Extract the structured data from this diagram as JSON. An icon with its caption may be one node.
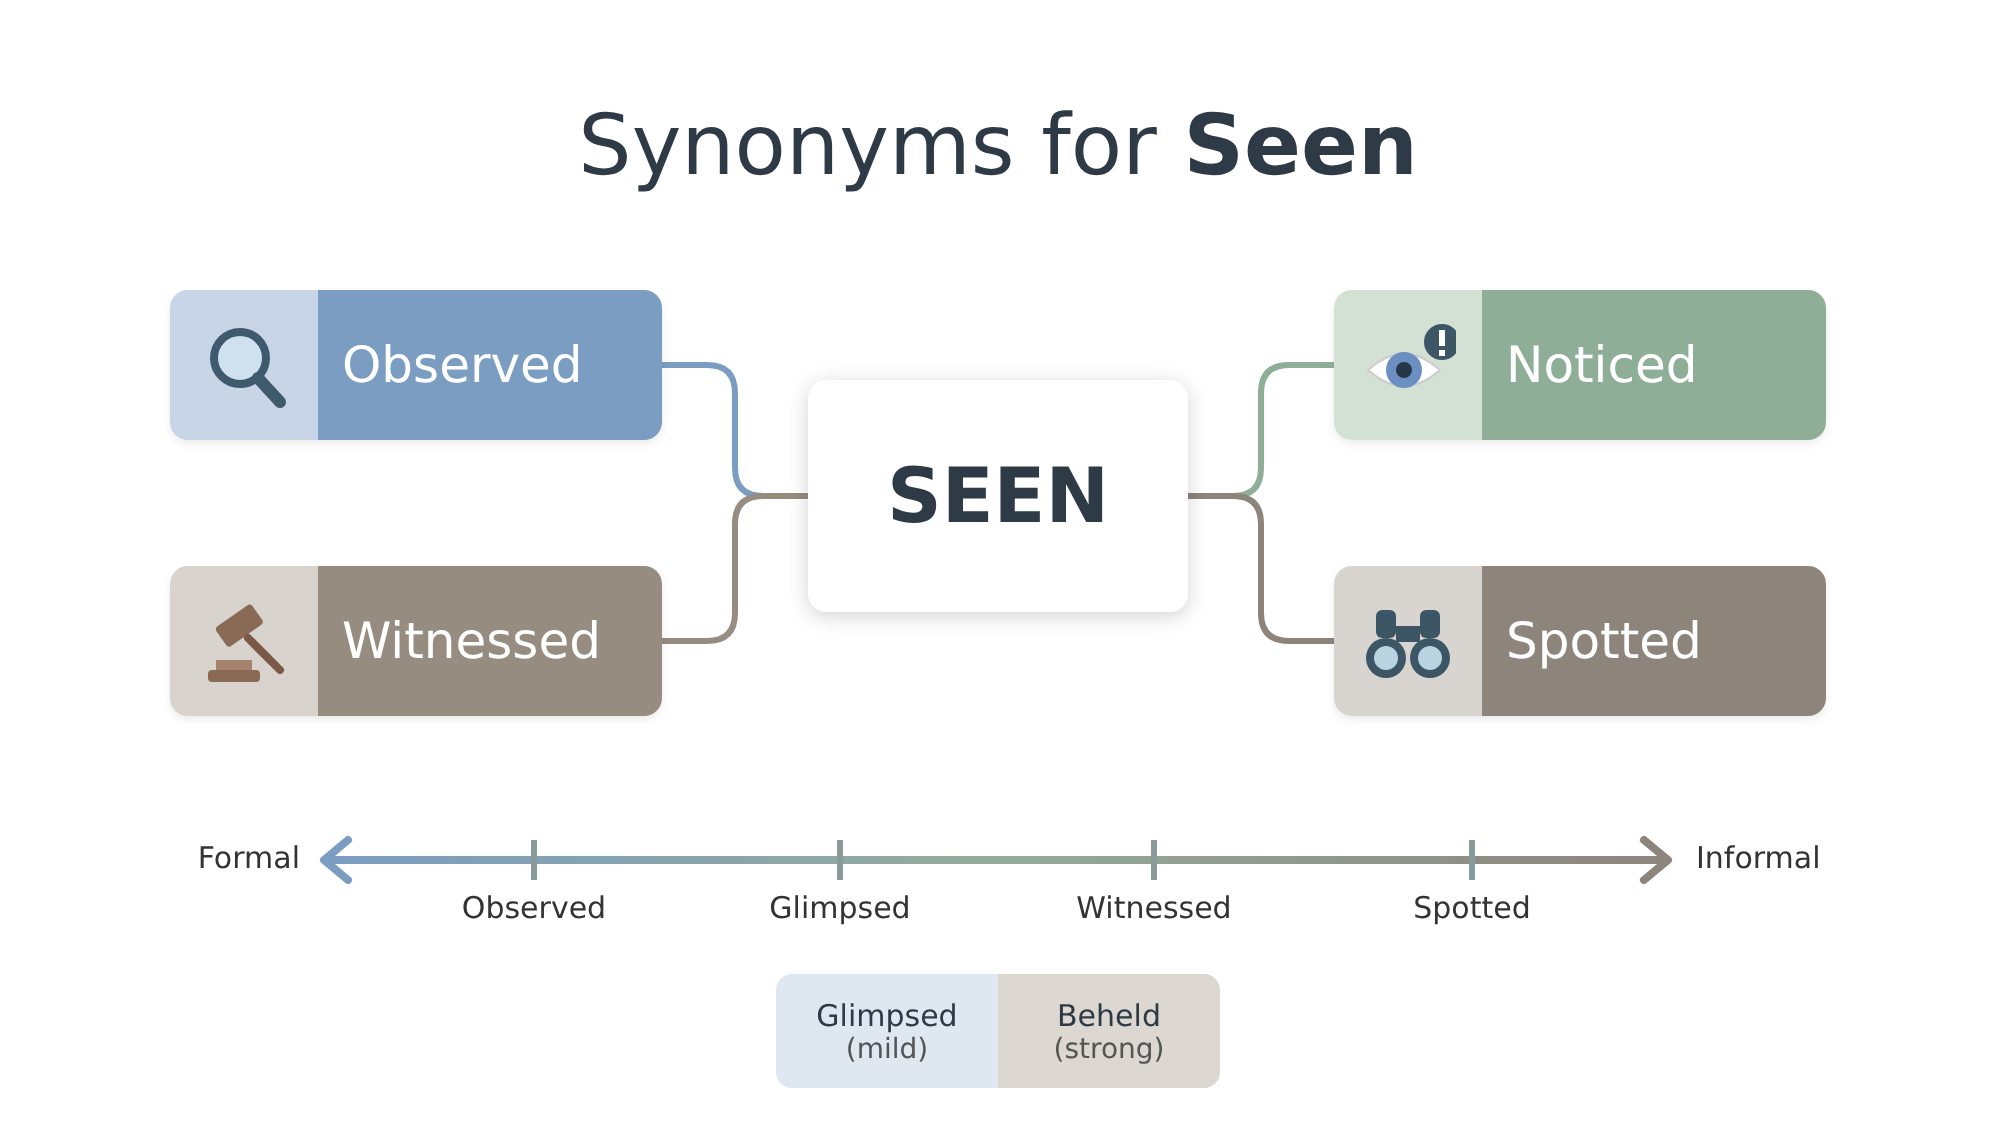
{
  "diagram": {
    "title": "Synonyms for **Seen**",
    "nodes": [
      {
        "text": [
          "Observed"
        ]
      },
      {
        "text": [
          "SEEN"
        ]
      },
      {
        "text": [
          "Noticed"
        ]
      },
      {
        "text": [
          "Witnessed"
        ]
      },
      {
        "text": [
          "Spotted"
        ]
      },
      {
        "text": [
          "Glimpsed",
          "(mild)"
        ]
      },
      {
        "text": [
          "Beheld",
          "(strong)"
        ]
      }
    ],
    "edges": [
      {
        "from": 1,
        "to": 0,
        "arrow": "none",
        "color": "#7b9dc2"
      },
      {
        "from": 1,
        "to": 3,
        "arrow": "none",
        "color": "#978c80"
      },
      {
        "from": 1,
        "to": 2,
        "arrow": "none",
        "color": "#8fae98"
      },
      {
        "from": 1,
        "to": 4,
        "arrow": "none",
        "color": "#8d857c"
      }
    ],
    "labels": [
      "Formal",
      "Informal",
      "Observed",
      "Glimpsed",
      "Witnessed",
      "Spotted"
    ]
  }
}
